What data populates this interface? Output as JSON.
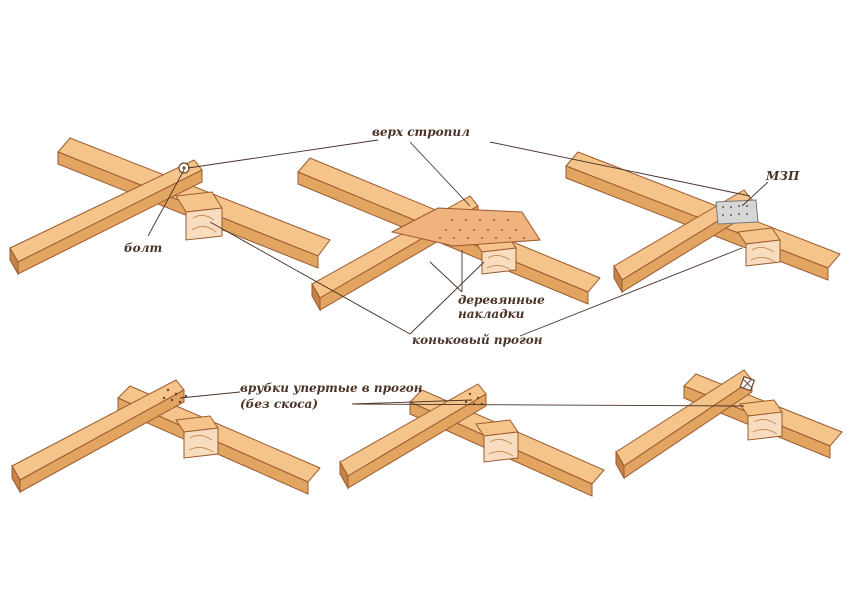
{
  "labels": {
    "rafter_top": "верх стропил",
    "bolt": "болт",
    "mzp": "МЗП",
    "wooden_plates_1": "деревянные",
    "wooden_plates_2": "накладки",
    "ridge_purlin": "коньковый прогон",
    "notches_1": "врубки упертые в прогон",
    "notches_2": "(без скоса)"
  },
  "colors": {
    "wood_top": "#f4c48a",
    "wood_side": "#e2a461",
    "wood_dark": "#c78447",
    "wood_end": "#f8dcc0",
    "outline": "#9c5a2e",
    "leader": "#4a3226",
    "plate": "#f0b27e",
    "metal": "#d6d6d6"
  }
}
